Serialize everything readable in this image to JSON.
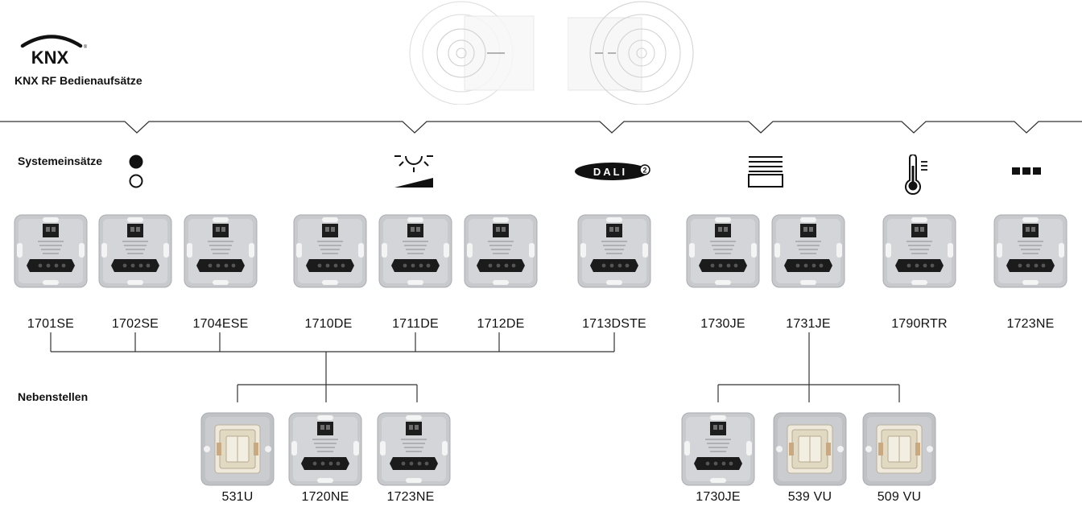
{
  "brand": {
    "logo_text": "KNX",
    "registered": "®"
  },
  "subtitle": "KNX RF Bedienaufsätze",
  "sections": {
    "system": "Systemeinsätze",
    "extension": "Nebenstellen"
  },
  "category_icons": [
    {
      "name": "switch-on-off-icon"
    },
    {
      "name": "dimmer-light-icon"
    },
    {
      "name": "dali-icon",
      "text": "DALI",
      "sup": "2"
    },
    {
      "name": "blind-shutter-icon"
    },
    {
      "name": "thermostat-icon"
    },
    {
      "name": "more-icon"
    }
  ],
  "system_inserts": [
    {
      "label": "1701SE",
      "kind": "knx"
    },
    {
      "label": "1702SE",
      "kind": "knx"
    },
    {
      "label": "1704ESE",
      "kind": "knx"
    },
    {
      "label": "1710DE",
      "kind": "knx"
    },
    {
      "label": "1711DE",
      "kind": "knx"
    },
    {
      "label": "1712DE",
      "kind": "knx"
    },
    {
      "label": "1713DSTE",
      "kind": "knx"
    },
    {
      "label": "1730JE",
      "kind": "knx"
    },
    {
      "label": "1731JE",
      "kind": "knx"
    },
    {
      "label": "1790RTR",
      "kind": "knx"
    },
    {
      "label": "1723NE",
      "kind": "knx"
    }
  ],
  "extensions": [
    {
      "label": "531U",
      "kind": "mech"
    },
    {
      "label": "1720NE",
      "kind": "knx"
    },
    {
      "label": "1723NE",
      "kind": "knx"
    },
    {
      "label": "1730JE",
      "kind": "knx"
    },
    {
      "label": "539 VU",
      "kind": "mech"
    },
    {
      "label": "509 VU",
      "kind": "mech"
    }
  ],
  "colors": {
    "line": "#333333",
    "plate": "#c7c9cc",
    "plate_edge": "#a9acb0",
    "mech": "#efe9dc"
  }
}
